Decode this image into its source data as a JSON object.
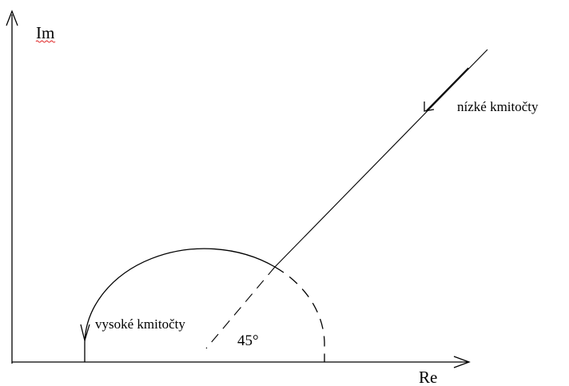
{
  "diagram": {
    "axis_y_label": "Im",
    "axis_x_label": "Re",
    "low_freq_label": "nízké kmitočty",
    "high_freq_label": "vysoké kmitočty",
    "angle_label": "45°",
    "colors": {
      "line": "#000000",
      "spellcheck_underline": "#e02020"
    }
  }
}
